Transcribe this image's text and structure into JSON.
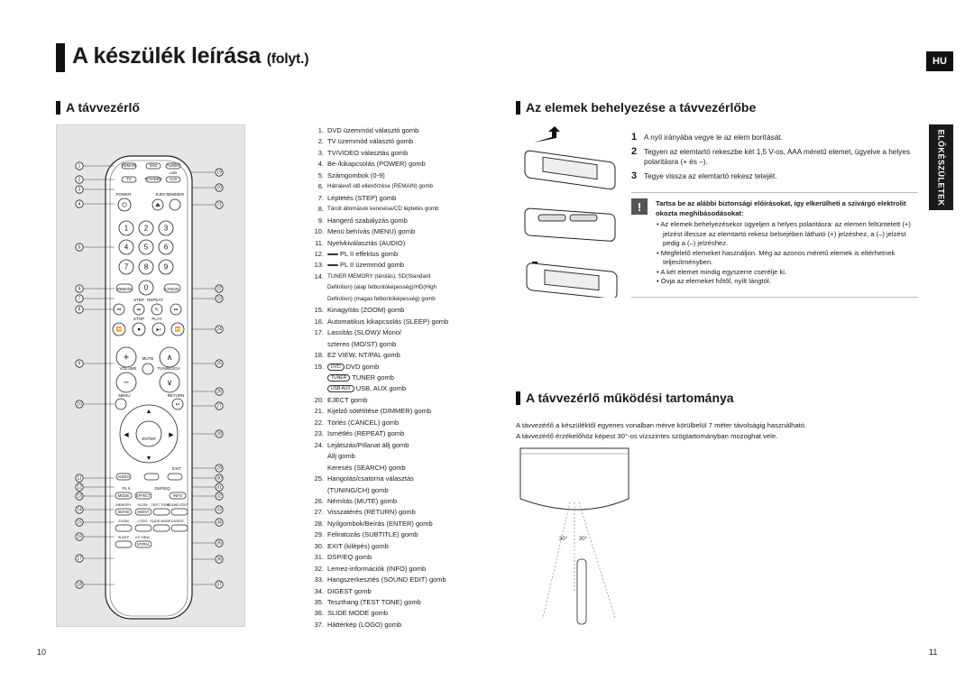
{
  "header": {
    "title": "A készülék leírása",
    "title_suffix": "(folyt.)",
    "lang_badge": "HU"
  },
  "left": {
    "section_title": "A távvezérlő",
    "remote_button_numbers": [
      "1",
      "2",
      "3",
      "4",
      "5",
      "6",
      "7",
      "8",
      "9",
      "10",
      "11",
      "12",
      "13",
      "14",
      "15",
      "16",
      "17",
      "18",
      "19",
      "20",
      "21",
      "22",
      "23",
      "24",
      "25",
      "26",
      "27",
      "28",
      "29",
      "30",
      "31",
      "32",
      "33",
      "34",
      "35",
      "36",
      "37"
    ],
    "remote": {
      "dvd": "DVD",
      "tuner": "TUNER",
      "usb": "USB",
      "tv": "TV",
      "tvvideo": "TV/VIDEO",
      "aux": "AUX",
      "power": "POWER",
      "eject": "EJECT",
      "dimmer": "DIMMER",
      "remain": "REMAIN",
      "cancel": "CANCEL",
      "step": "STEP",
      "repeat": "REPEAT",
      "stop": "STOP",
      "play": "PLAY",
      "mute": "MUTE",
      "volume": "VOLUME",
      "tuning_ch": "TUNING/CH",
      "menu": "MENU",
      "return": "RETURN",
      "enter": "ENTER",
      "exit": "EXIT",
      "audio": "AUDIO",
      "dsp_eq": "DSP/EQ",
      "info": "INFO",
      "mode": "MODE",
      "effect": "EFFECT",
      "slow": "SLOW",
      "test_tone": "TEST TONE",
      "sound_edit": "SOUND EDIT",
      "zoom": "ZOOM",
      "logo": "LOGO",
      "slide_mode": "SLIDE MODE",
      "digest": "DIGEST",
      "sleep": "SLEEP",
      "ez_view": "EZ VIEW",
      "nt_pal": "NT/PAL",
      "digits": [
        "1",
        "2",
        "3",
        "4",
        "5",
        "6",
        "7",
        "8",
        "9",
        "0"
      ]
    },
    "items": [
      {
        "n": "1.",
        "t": "DVD üzemmód választó gomb"
      },
      {
        "n": "2.",
        "t": "TV üzemmód választó gomb"
      },
      {
        "n": "3.",
        "t": "TV/VIDEO választás gomb"
      },
      {
        "n": "4.",
        "t": "Be-/kikapcsolás (POWER) gomb"
      },
      {
        "n": "5.",
        "t": "Számgombok (0-9)"
      },
      {
        "n": "6.",
        "t": "Hátralevő idő ellenőrzése (REMAIN) gomb",
        "small": true
      },
      {
        "n": "7.",
        "t": "Léptetés (STEP) gomb"
      },
      {
        "n": "8.",
        "t": "Tárolt állomások keresése/CD léptetés gomb",
        "small": true
      },
      {
        "n": "9.",
        "t": "Hangerő szabályzás gomb"
      },
      {
        "n": "10.",
        "t": "Menü behívás (MENU) gomb"
      },
      {
        "n": "11.",
        "t": "Nyelvkiválasztás (AUDIO)"
      },
      {
        "n": "12.",
        "t": "PL II effektus gomb",
        "pl": true
      },
      {
        "n": "13.",
        "t": "PL II üzemmód gomb",
        "pl": true
      },
      {
        "n": "14.",
        "t": "TUNER MEMORY (tárolás), SD(Standard",
        "small": true
      },
      {
        "n": "",
        "t": "Definition) (alap felbontóképesség)/HD(High",
        "small": true
      },
      {
        "n": "",
        "t": "Definition) (magas felbontóképesség) gomb",
        "small": true
      },
      {
        "n": "15.",
        "t": "Kinagyítás (ZOOM) gomb"
      },
      {
        "n": "16.",
        "t": "Automatikus kikapcsolás (SLEEP) gomb"
      },
      {
        "n": "17.",
        "t": "Lassítás (SLOW)/ Mono/"
      },
      {
        "n": "",
        "t": "sztereo (MO/ST) gomb"
      },
      {
        "n": "18.",
        "t": "EZ VIEW, NT/PAL gomb"
      }
    ],
    "item19": {
      "n": "19.",
      "rows": [
        {
          "chip": "DVD",
          "t": "DVD gomb"
        },
        {
          "chip": "TUNER",
          "t": "TUNER gomb"
        },
        {
          "chip": "USB AUX",
          "t": "USB, AUX gomb"
        }
      ]
    },
    "items_b": [
      {
        "n": "20.",
        "t": "EJECT gomb"
      },
      {
        "n": "21.",
        "t": "Kijelző sötétítése (DIMMER) gomb"
      },
      {
        "n": "22.",
        "t": "Törlés (CANCEL) gomb"
      },
      {
        "n": "23.",
        "t": "Ismétlés (REPEAT) gomb"
      },
      {
        "n": "24.",
        "t": "Lejátszás/Pillanat állj gomb"
      },
      {
        "n": "",
        "t": "Állj gomb"
      },
      {
        "n": "",
        "t": "Keresés (SEARCH) gomb"
      },
      {
        "n": "25.",
        "t": "Hangolás/csatorna választás"
      },
      {
        "n": "",
        "t": "(TUNING/CH) gomb"
      },
      {
        "n": "26.",
        "t": "Némítás (MUTE) gomb"
      },
      {
        "n": "27.",
        "t": "Visszatérés (RETURN) gomb"
      },
      {
        "n": "28.",
        "t": "Nyílgombok/Beírás (ENTER) gomb"
      },
      {
        "n": "29.",
        "t": "Feliratozás (SUBTITLE) gomb"
      },
      {
        "n": "30.",
        "t": "EXIT (kilépés) gomb"
      },
      {
        "n": "31.",
        "t": "DSP/EQ gomb"
      },
      {
        "n": "32.",
        "t": "Lemez-információk (INFO) gomb"
      },
      {
        "n": "33.",
        "t": "Hangszerkesztés (SOUND EDIT) gomb"
      },
      {
        "n": "34.",
        "t": "DIGEST gomb"
      },
      {
        "n": "35.",
        "t": "Teszthang (TEST TONE) gomb"
      },
      {
        "n": "36.",
        "t": "SLIDE MODE gomb"
      },
      {
        "n": "37.",
        "t": "Háttérkép (LOGO) gomb"
      }
    ],
    "page_number": "10"
  },
  "right": {
    "battery_title": "Az elemek behelyezése a távvezérlőbe",
    "steps": [
      {
        "n": "1",
        "t": "A nyíl irányába vegye le az elem borítását."
      },
      {
        "n": "2",
        "t": "Tegyen az elemtartó rekeszbe két 1,5 V-os, AAA méretű elemet, ügyelve a helyes polaritásra (+ és –)."
      },
      {
        "n": "3",
        "t": "Tegye vissza az elemtartó rekesz tetejét."
      }
    ],
    "warning_icon": "!",
    "warning_title": "Tartsa be az alábbi biztonsági előírásokat, így elkerülheti a szivárgó elektrolit okozta meghibásodásokat:",
    "warnings": [
      "Az elemek behelyezésekor ügyeljen a helyes polaritásra: az elemen feltüntetett (+) jelzést illessze az elemtartó rekesz belsejében látható (+) jelzéshez, a (–) jelzést pedig a (–) jelzéshez.",
      "Megfelelő elemeket használjon. Még az azonos méretű elemek is eltérhetnek teljesítményben.",
      "A két elemet mindig egyszerre cserélje ki.",
      "Óvja az elemeket hőtől, nyílt lángtól."
    ],
    "side_tab": "ELŐKÉSZÜLETEK",
    "range_title": "A távvezérlő működési tartománya",
    "range_text": [
      "A távvezérlő a készüléktől egyenes vonalban mérve körülbelül 7 méter távolságig használható.",
      "A távvezérlő érzékelőhöz képest 30°-os vízszintes szögtartományban mozoghat vele."
    ],
    "angle_label_left": "30°",
    "angle_label_right": "30°",
    "page_number": "11"
  }
}
